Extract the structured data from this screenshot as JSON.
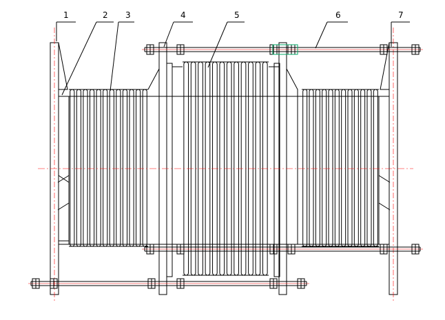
{
  "callouts": [
    {
      "id": "1",
      "label": "1"
    },
    {
      "id": "2",
      "label": "2"
    },
    {
      "id": "3",
      "label": "3"
    },
    {
      "id": "4",
      "label": "4"
    },
    {
      "id": "5",
      "label": "5"
    },
    {
      "id": "6",
      "label": "6"
    },
    {
      "id": "7",
      "label": "7"
    }
  ],
  "colors": {
    "line": "#000000",
    "centerline": "#ff0000",
    "highlight": "#00aa66"
  }
}
